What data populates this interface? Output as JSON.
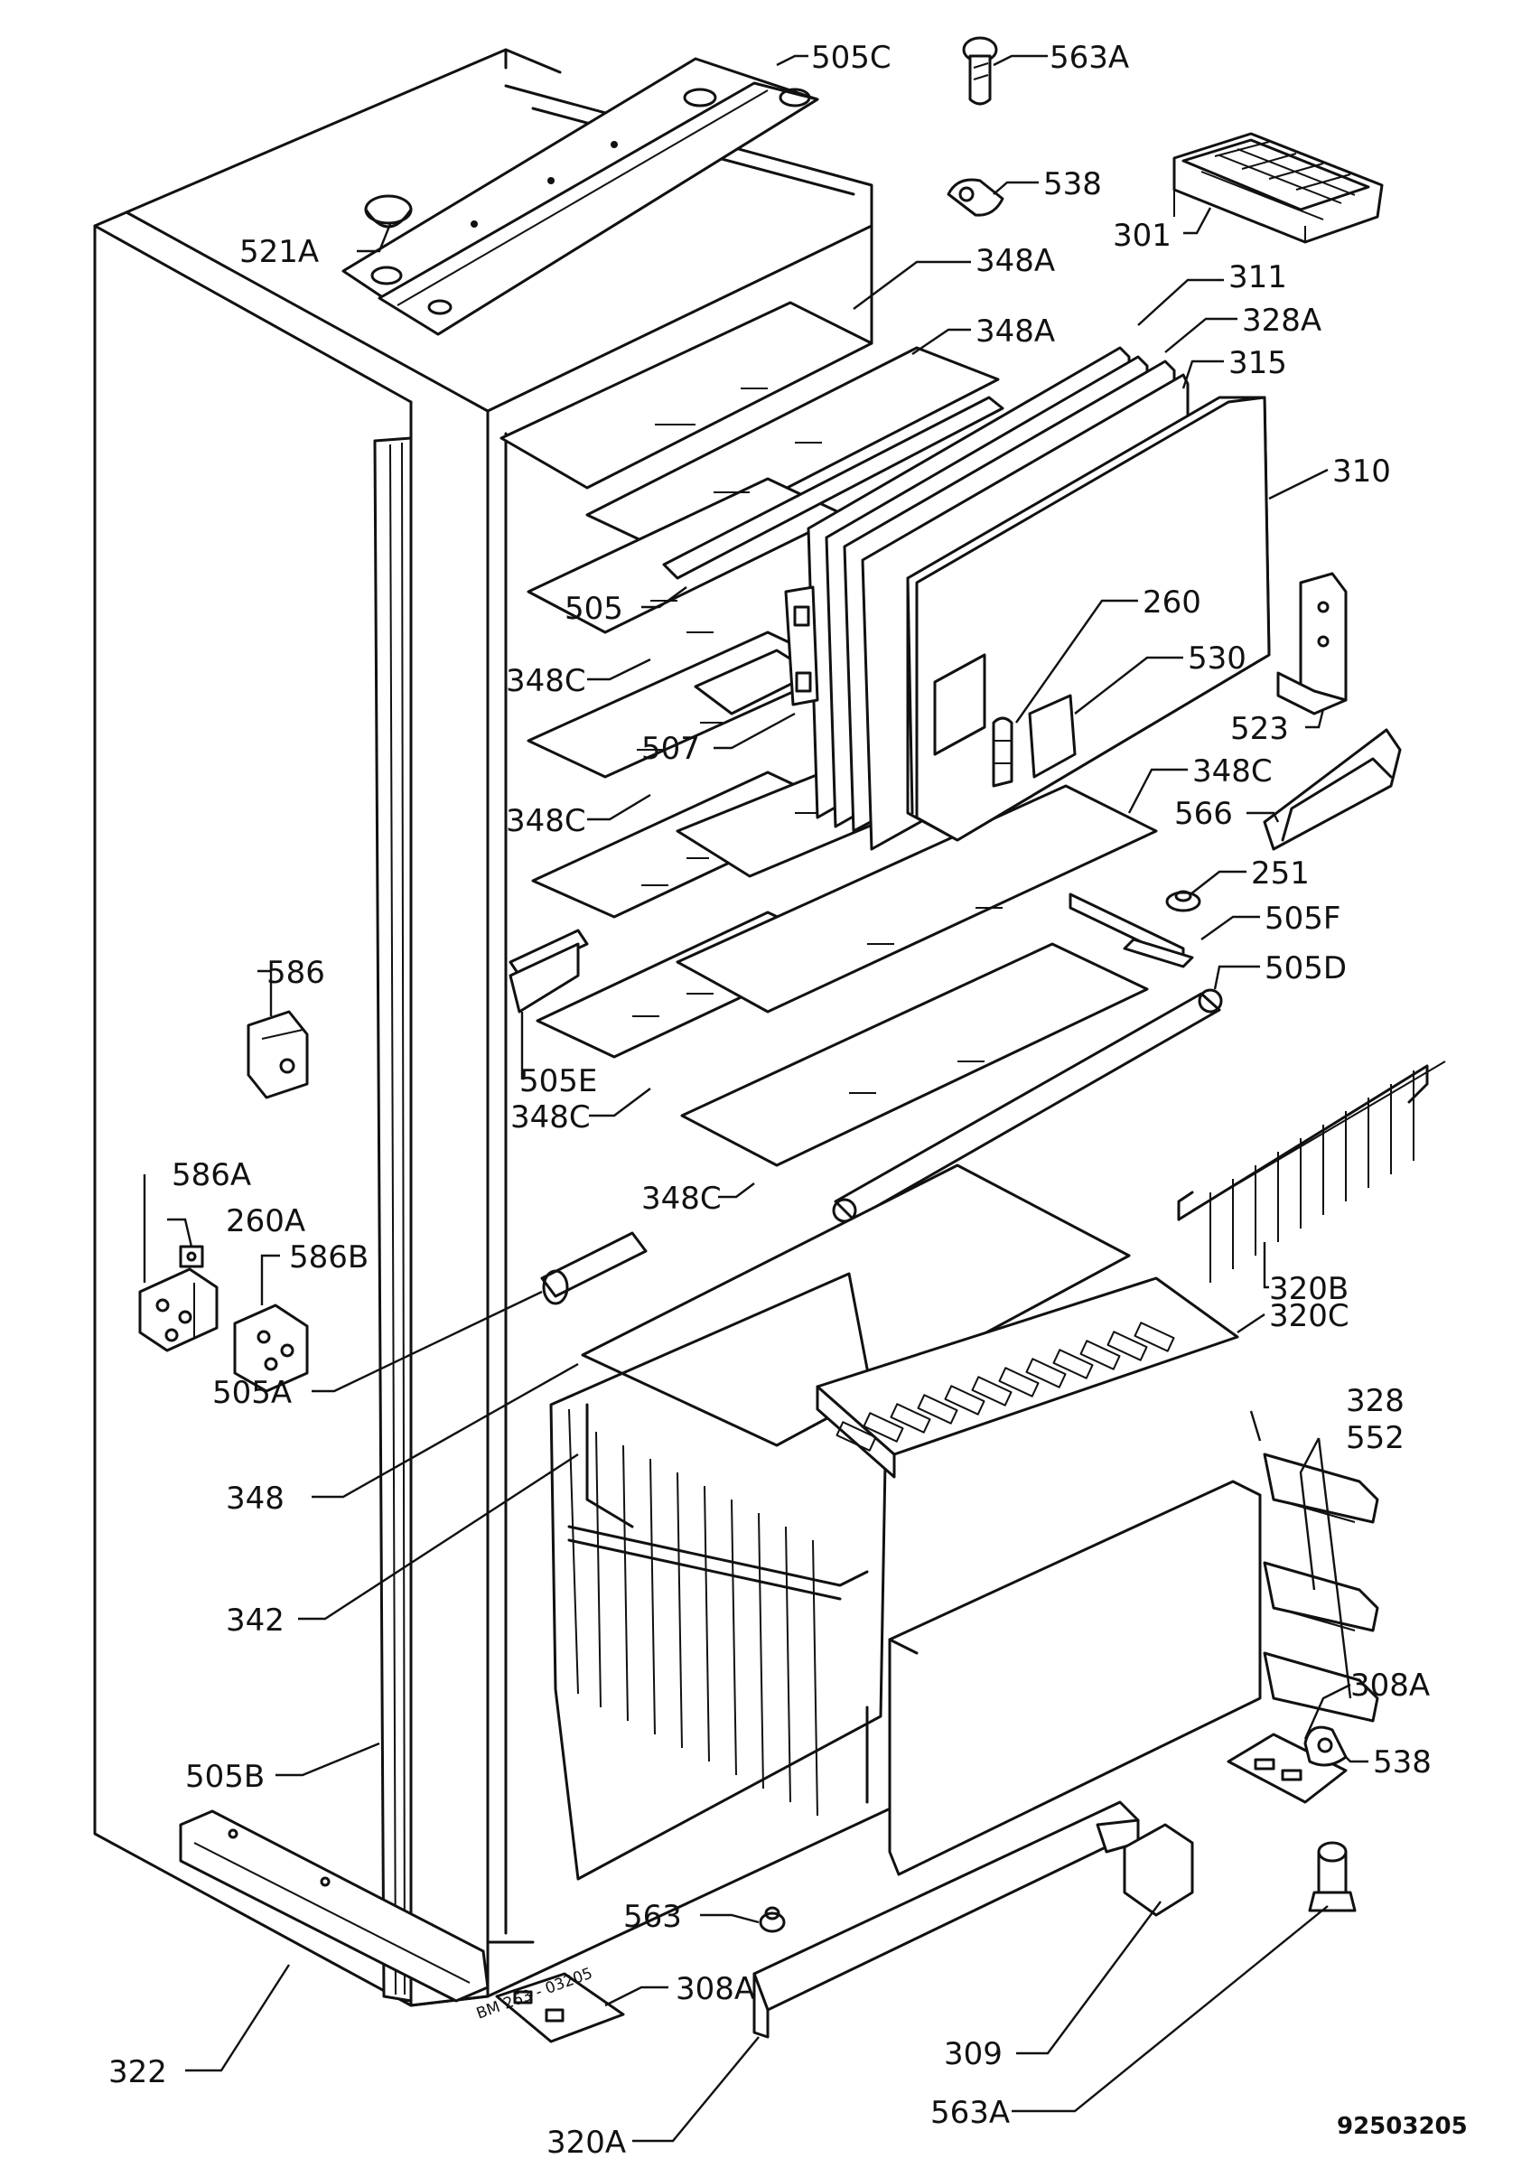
{
  "labels": {
    "l505C": "505C",
    "l563A_top": "563A",
    "l538_top": "538",
    "l301": "301",
    "l521A": "521A",
    "l348A_1": "348A",
    "l311": "311",
    "l348A_2": "348A",
    "l328A": "328A",
    "l315": "315",
    "l310": "310",
    "l505": "505",
    "l260": "260",
    "l530": "530",
    "l348C_1": "348C",
    "l507": "507",
    "l523": "523",
    "l348C_2": "348C",
    "l348C_3": "348C",
    "l566": "566",
    "l251": "251",
    "l505F": "505F",
    "l586": "586",
    "l505D": "505D",
    "l505E": "505E",
    "l348C_4": "348C",
    "l586A": "586A",
    "l348C_5": "348C",
    "l260A": "260A",
    "l586B": "586B",
    "l320B": "320B",
    "l320C": "320C",
    "l505A": "505A",
    "l328": "328",
    "l552": "552",
    "l348": "348",
    "l342": "342",
    "l308A_right": "308A",
    "l538_bottom": "538",
    "l505B": "505B",
    "l563": "563",
    "l308A_bottom": "308A",
    "l309": "309",
    "l322": "322",
    "l563A_bottom": "563A",
    "l320A": "320A"
  },
  "stamp": "BM 263 - 03205",
  "reference": "92503205"
}
